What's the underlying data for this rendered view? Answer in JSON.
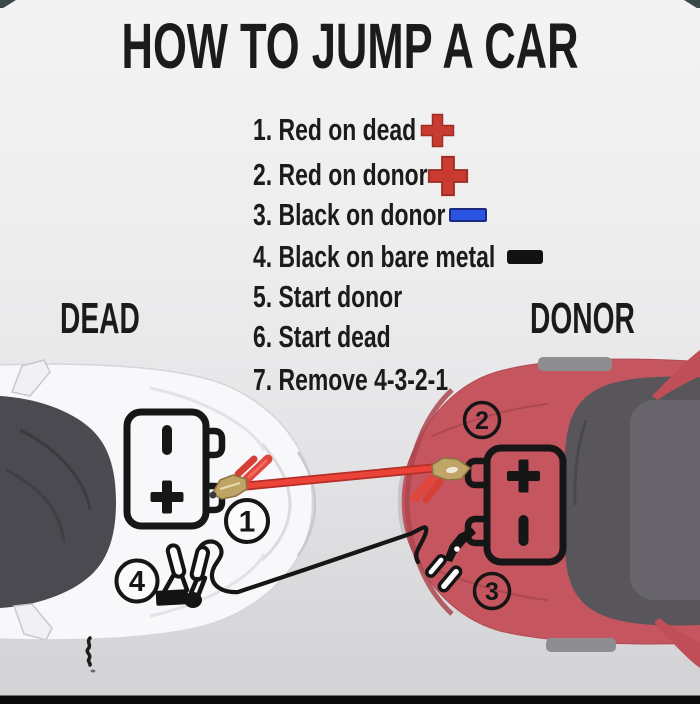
{
  "title": "HOW TO JUMP A CAR",
  "steps": [
    {
      "label": "1. Red on dead",
      "icon": "red-plus"
    },
    {
      "label": "2. Red on donor",
      "icon": "red-plus"
    },
    {
      "label": "3. Black on donor",
      "icon": "blue-minus"
    },
    {
      "label": "4. Black on bare metal",
      "icon": "black-minus"
    },
    {
      "label": "5. Start donor",
      "icon": null
    },
    {
      "label": "6. Start dead",
      "icon": null
    },
    {
      "label": "7. Remove 4-3-2-1",
      "icon": null
    }
  ],
  "car_labels": {
    "dead": "DEAD",
    "donor": "DONOR"
  },
  "callout_numbers": {
    "step1": "1",
    "step2": "2",
    "step3": "3",
    "step4": "4"
  },
  "colors": {
    "ink": "#1b1b1b",
    "positive_plus_red": "#c83b31",
    "negative_bar_blue": "#2a55e2",
    "negative_bar_black": "#121212",
    "red_cable": "#ec4339",
    "donor_car_red": "#c5555e",
    "dead_car_white": "#f8f8fa",
    "glass_gray": "#4b4a50",
    "bottom_bar": "#0a0a0a",
    "background_top": "#f4f3f3",
    "background_bottom": "#d2d2d4"
  }
}
